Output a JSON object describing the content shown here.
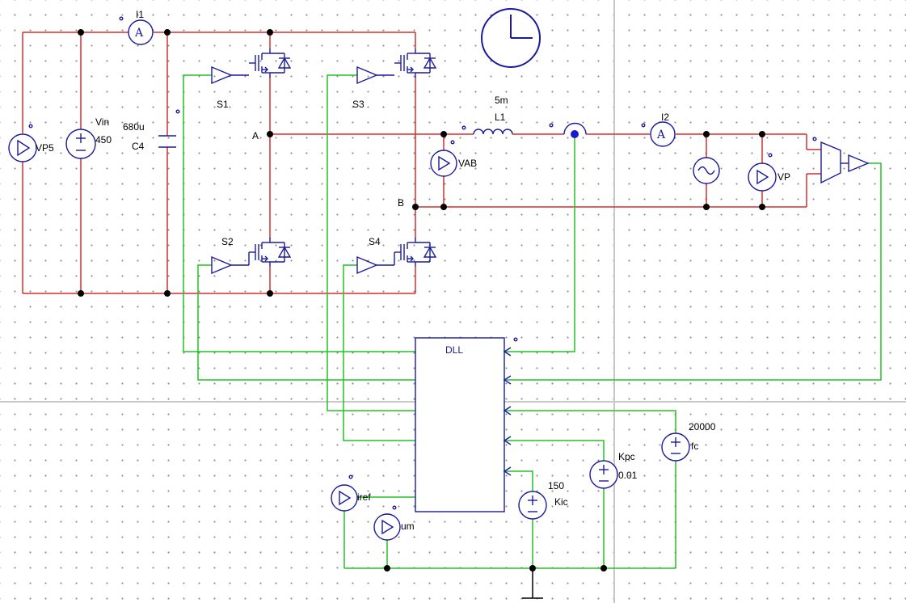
{
  "labels": {
    "vp5": "VP5",
    "vin_name": "Vin",
    "vin_value": "450",
    "i1": "I1",
    "c4_value": "680u",
    "c4_name": "C4",
    "s1": "S1",
    "s2": "S2",
    "s3": "S3",
    "s4": "S4",
    "node_a": "A",
    "node_b": "B",
    "l1_value": "5m",
    "l1_name": "L1",
    "vab": "VAB",
    "i2": "I2",
    "vp": "VP",
    "dll": "DLL",
    "fc_value": "20000",
    "fc_name": "fc",
    "kpc_name": "Kpc",
    "kpc_value": "0.01",
    "kic_value": "150",
    "kic_name": "Kic",
    "iref": "iref",
    "um": "um",
    "ammeter_symbol": "A"
  },
  "colors": {
    "power_wire": "#d32f2f",
    "control_wire": "#22c322",
    "component": "#1a1a9e",
    "grid_dot": "#8a8a8a"
  },
  "icons": {
    "clock": "clock-icon",
    "switch": "igbt-with-diode",
    "source": "dc-voltage-source",
    "ac_source": "ac-voltage-source",
    "voltmeter": "voltage-probe",
    "ammeter": "current-probe"
  }
}
